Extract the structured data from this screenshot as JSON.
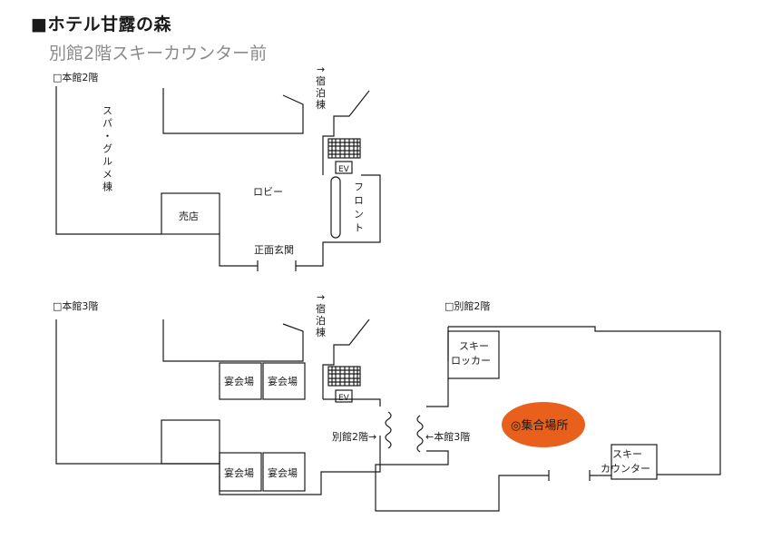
{
  "header": {
    "title": "■ホテル甘露の森",
    "subtitle": "別館2階スキーカウンター前"
  },
  "floors": {
    "main2": {
      "label": "□本館2階",
      "spa": "スパ・グルメ棟",
      "to_lodging": "↑宿泊棟",
      "ev": "EV",
      "lobby": "ロビー",
      "shop": "売店",
      "front": "フロント",
      "entrance": "正面玄関"
    },
    "main3": {
      "label": "□本館3階",
      "to_lodging": "↑宿泊棟",
      "ev": "EV",
      "banquet": [
        "宴会場",
        "宴会場",
        "宴会場",
        "宴会場"
      ],
      "to_annex": "別館2階→"
    },
    "annex2": {
      "label": "□別館2階",
      "locker": [
        "スキー",
        "ロッカー"
      ],
      "to_main": "←本館3階",
      "meeting": "◎集合場所",
      "counter": [
        "スキー",
        "カウンター"
      ]
    }
  },
  "colors": {
    "meeting_fill": "#e8601c",
    "meeting_text": "#ffffff",
    "line": "#1a1a1a"
  }
}
